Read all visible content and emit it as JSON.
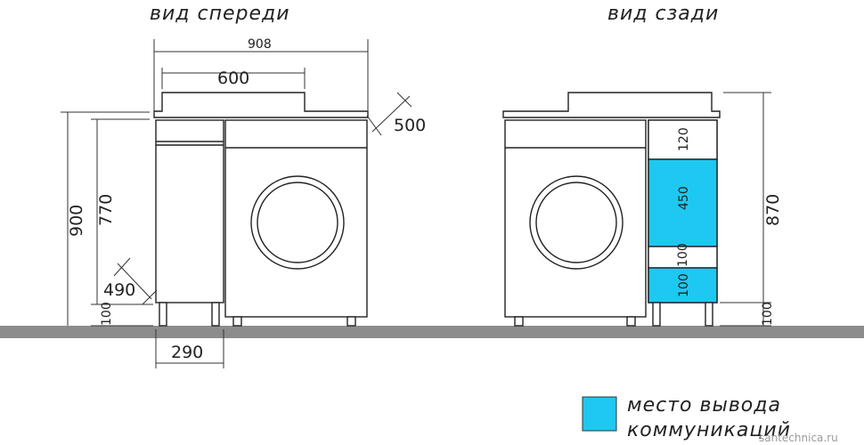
{
  "titles": {
    "front": "вид спереди",
    "back": "вид сзади"
  },
  "front_dims": {
    "total_width": "908",
    "sink_width": "600",
    "depth": "500",
    "total_height": "900",
    "cabinet_height": "770",
    "cabinet_depth": "490",
    "leg_height": "100",
    "cabinet_width": "290"
  },
  "back_dims": {
    "zone_1": "120",
    "zone_2": "450",
    "zone_3": "100",
    "zone_4": "100",
    "total_height": "870",
    "leg_height": "100"
  },
  "legend": {
    "line1": "место вывода",
    "line2": "коммуникаций",
    "swatch_color": "#1ec8f0"
  },
  "colors": {
    "floor": "#8c8c8c",
    "accent": "#1ec8f0"
  },
  "watermark": "santechnica.ru"
}
